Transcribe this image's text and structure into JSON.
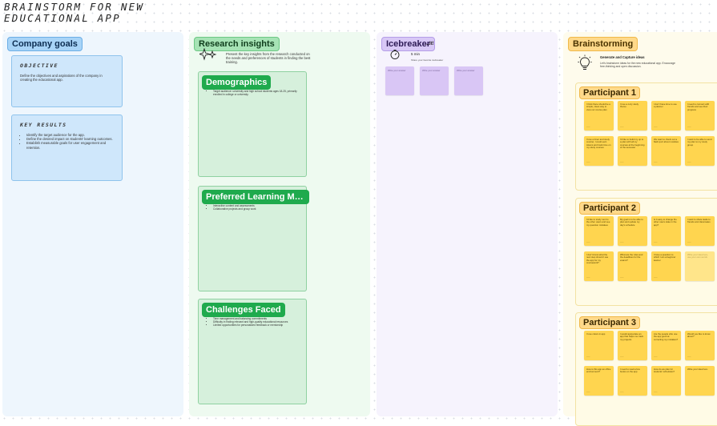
{
  "board": {
    "title": "BRAINSTORM FOR NEW EDUCATIONAL APP"
  },
  "goals": {
    "label": "Company goals",
    "objective": {
      "heading": "OBJECTIVE",
      "text": "Define the objectives and aspirations of the company in creating the educational app."
    },
    "key_results": {
      "heading": "KEY RESULTS",
      "items": [
        "Identify the target audience for the app.",
        "Define the desired impact on students' learning outcomes.",
        "Establish measurable goals for user engagement and retention."
      ]
    }
  },
  "research": {
    "label": "Research insights",
    "intro": "Present the key insights from the research conducted on the needs and preferences of students in finding the best training.",
    "cards": [
      {
        "title": "Demographics",
        "items": [
          "Target audience: university and high school students ages 18-25, primarily enrolled in college or university."
        ]
      },
      {
        "title": "Preferred Learning Meth...",
        "items": [
          "Interactive content and assessments",
          "Collaborative projects and group work"
        ]
      },
      {
        "title": "Challenges Faced",
        "items": [
          "Time management and balancing commitments",
          "Difficulty in finding relevant and high-quality educational resources",
          "Limited opportunities for personalized feedback or mentorship"
        ]
      }
    ]
  },
  "icebreaker": {
    "label": "Icebreaker",
    "heading_suffix": "...it!",
    "duration": "5 min",
    "subtext": "Share your favorite icebreaker",
    "notes": [
      "Write your answer",
      "Write your answer",
      "Write your answer"
    ]
  },
  "brainstorm": {
    "label": "Brainstorming",
    "heading": "Generate and Capture ideas",
    "text": "Let's brainstorm ideas for the new educational app. Encourage free-thinking and open discussion.",
    "participants": [
      {
        "title": "Participant 1",
        "notes": [
          "I think there should be a simple, clean way to view our course plan",
          "I love a cozy study theme",
          "I don't have time to use a planner",
          "I need to connect with friends and see their progress",
          "I love a timer and study counter, I could earn tokens and track time on my study courses",
          "I'd like to build my up to a plan with all my courses at the beginning of the semester",
          "We want to check out a flash quiz about modules",
          "I want to be able to send my plan to my study group"
        ]
      },
      {
        "title": "Participant 2",
        "notes": [
          "I'd like to study next to the other users and see my question mistakes",
          "My goal is to be able to plan and update my day's schedule",
          "Is it easy to change the other users state in the app?",
          "I want to share tasks to friends and classmates",
          "I don't know what the next step should I use the app for my coursework?",
          "What are the rules and the deadlines for the exams?",
          "I have a question to which I am a beginner learner",
          "Write your idea here, use your own words"
        ]
      },
      {
        "title": "Participant 3",
        "notes": [
          "I love colors in app",
          "I would appreciate an app that helps me track my projects",
          "Are the people who use the app good at correcting my mistakes?",
          "Would you like to know about?",
          "How is this app an office environment?",
          "I need to read a few books on the app",
          "How do we plan for students' schedules?",
          "Write your idea here"
        ]
      }
    ]
  }
}
